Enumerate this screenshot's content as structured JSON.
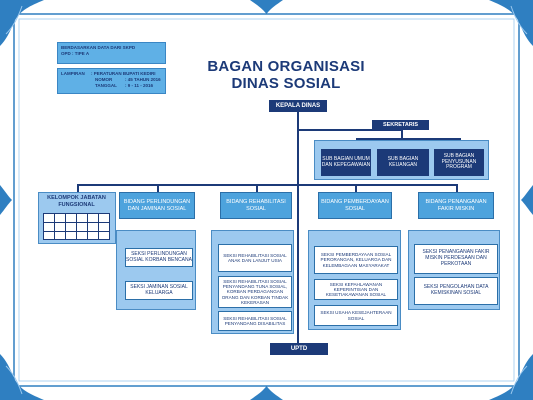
{
  "colors": {
    "primary": "#1c3a78",
    "accent": "#4da3dd",
    "frame": "#2f7fc1",
    "panel": "#9cc9ef"
  },
  "title": {
    "line1": "BAGAN ORGANISASI",
    "line2": "DINAS SOSIAL"
  },
  "info": {
    "line1": "BERDASARKAN DATA DARI SKPD",
    "line2": "OPD : TIPE A",
    "lampiran_label": "LAMPIRAN",
    "lampiran_value": ": PERATURAN BUPATI KEDIRI",
    "nomor_label": "NOMOR",
    "nomor_value": ": 45 TAHUN 2016",
    "tanggal_label": "TANGGAL",
    "tanggal_value": ": 9 - 11 - 2016"
  },
  "org": {
    "kepala": "KEPALA DINAS",
    "sekretaris": "SEKRETARIS",
    "subbagian": [
      "SUB BAGIAN UMUM DAN KEPEGAWAIAN",
      "SUB BAGIAN KEUANGAN",
      "SUB BAGIAN PENYUSUNAN PROGRAM"
    ],
    "kelompok": "KELOMPOK JABATAN FUNGSIONAL",
    "bidang": [
      {
        "name": "BIDANG PERLINDUNGAN DAN JAMINAN SOSIAL",
        "seksi": [
          "SEKSI PERLINDUNGAN SOSIAL KORBAN BENCANA",
          "SEKSI JAMINAN SOSIAL KELUARGA"
        ]
      },
      {
        "name": "BIDANG REHABILITASI SOSIAL",
        "seksi": [
          "SEKSI REHABILITASI SOSIAL ANAK DAN LANJUT USIA",
          "SEKSI REHABILITASI SOSIAL PENYANDANG TUNA SOSIAL, KORBAN PERDAGANGAN ORANG DAN KORBAN TINDAK KEKERASAN",
          "SEKSI REHABILITASI SOSIAL PENYANDANG DISABILITAS"
        ]
      },
      {
        "name": "BIDANG PEMBERDAYAAN SOSIAL",
        "seksi": [
          "SEKSI PEMBERDAYAAN SOSIAL PERORANGAN, KELUARGA DAN KELEMBAGAAN MASYARAKAT",
          "SEKSI KEPAHLAWANAN KEPERINTISAN DAN KESETIAKAWANAN SOSIAL",
          "SEKSI USAHA KESEJAHTERAAN SOSIAL"
        ]
      },
      {
        "name": "BIDANG PENANGANAN FAKIR MISKIN",
        "seksi": [
          "SEKSI PENANGANAN FAKIR MISKIN PERDESAAN DAN PERKOTAAN",
          "SEKSI PENGOLAHAN DATA KEMISKINAN SOSIAL"
        ]
      }
    ],
    "uptd": "UPTD"
  }
}
